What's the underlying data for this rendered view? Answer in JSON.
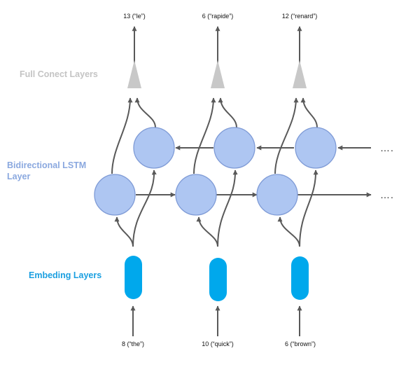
{
  "labels": {
    "full_connect": "Full Conect Layers",
    "bilstm_line1": "Bidirectional LSTM",
    "bilstm_line2": "Layer",
    "embedding": "Embeding Layers"
  },
  "inputs": [
    {
      "text": "8 (“the”)"
    },
    {
      "text": "10 (“quick”)"
    },
    {
      "text": "6 (“brown”)"
    }
  ],
  "outputs": [
    {
      "text": "13 (“le”)"
    },
    {
      "text": "6 (“rapide”)"
    },
    {
      "text": "12 (“renard”)"
    }
  ],
  "continuation": {
    "top": "….",
    "bottom": "…."
  },
  "colors": {
    "full_connect_label": "#c4c4c4",
    "bilstm_label": "#8aa8df",
    "embedding_label": "#1a9fe0",
    "lstm_node_fill": "#aec6f2",
    "lstm_node_stroke": "#7f9bd6",
    "embedding_fill": "#00a8ec",
    "dense_fill": "#c8c8c8",
    "arrow": "#595959"
  }
}
